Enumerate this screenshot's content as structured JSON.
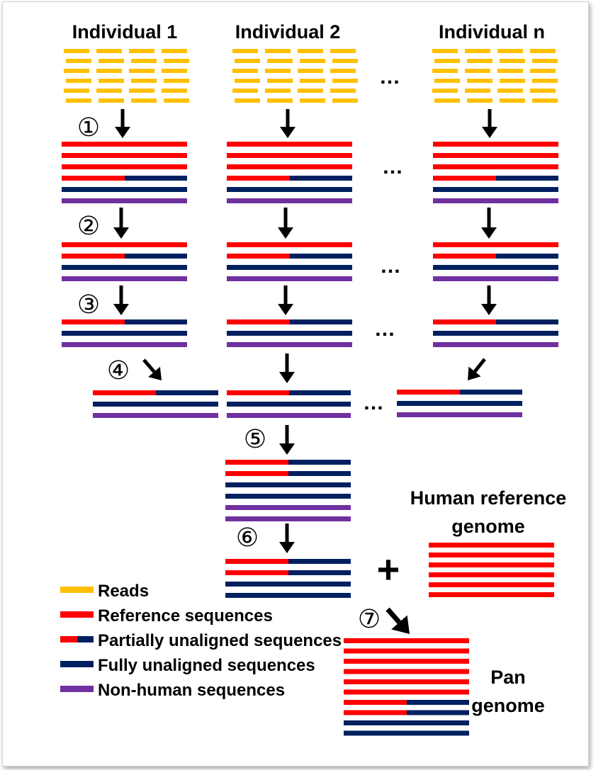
{
  "colors": {
    "reads": "#FFC000",
    "reference": "#FF0000",
    "unaligned": "#002060",
    "nonhuman": "#7030A0",
    "arrow": "#000000"
  },
  "headers": [
    "Individual 1",
    "Individual 2",
    "Individual n"
  ],
  "ellipsis": "…",
  "steps": [
    "①",
    "②",
    "③",
    "④",
    "⑤",
    "⑥",
    "⑦"
  ],
  "plus": "+",
  "human_reference_genome": [
    "Human reference",
    "genome"
  ],
  "pan_genome": [
    "Pan",
    "genome"
  ],
  "legend": [
    {
      "key": "reads",
      "label": "Reads"
    },
    {
      "key": "reference",
      "label": "Reference sequences"
    },
    {
      "key": "partial",
      "label": "Partially unaligned sequences"
    },
    {
      "key": "unaligned",
      "label": "Fully unaligned sequences"
    },
    {
      "key": "nonhuman",
      "label": "Non-human sequences"
    }
  ],
  "stages": {
    "after_step1": [
      "reference",
      "reference",
      "reference",
      "partial",
      "unaligned",
      "nonhuman"
    ],
    "after_step2": [
      "reference",
      "partial",
      "unaligned",
      "nonhuman"
    ],
    "after_step3": [
      "partial",
      "unaligned",
      "nonhuman"
    ],
    "after_step4": [
      "partial",
      "unaligned",
      "nonhuman"
    ],
    "after_step5": [
      "partial",
      "partial",
      "unaligned",
      "unaligned",
      "nonhuman",
      "nonhuman"
    ],
    "after_step6": [
      "partial",
      "partial",
      "unaligned",
      "unaligned"
    ],
    "human_reference": [
      "reference",
      "reference",
      "reference",
      "reference",
      "reference",
      "reference"
    ],
    "pan_genome": [
      "reference",
      "reference",
      "reference",
      "reference",
      "reference",
      "reference",
      "partial",
      "partial",
      "unaligned",
      "unaligned"
    ]
  }
}
